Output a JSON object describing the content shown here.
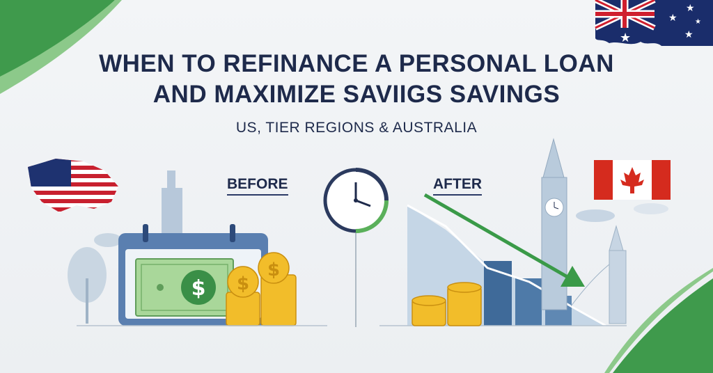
{
  "header": {
    "title_line1": "WHEN TO REFINANCE A PERSONAL LOAN",
    "title_line2": "AND MAXIMIZE SAVIIGS SAVINGS",
    "subtitle": "US, TIER REGIONS & AUSTRALIA"
  },
  "labels": {
    "before": "BEFORE",
    "after": "AFTER"
  },
  "icons": [
    "australia-flag-icon",
    "us-flag-map-icon",
    "canada-flag-icon",
    "clock-icon",
    "calendar-icon",
    "dollar-bill-icon",
    "coin-stack-icon",
    "big-ben-icon",
    "bridge-icon",
    "trend-down-arrow-icon"
  ],
  "colors": {
    "navy": "#1e2a4b",
    "green": "#3c9a4a",
    "bill_green": "#a9d79a",
    "coin_gold": "#f2bd2a",
    "calendar_blue": "#5a7fb0",
    "bar_blue": "#3f6a99"
  }
}
